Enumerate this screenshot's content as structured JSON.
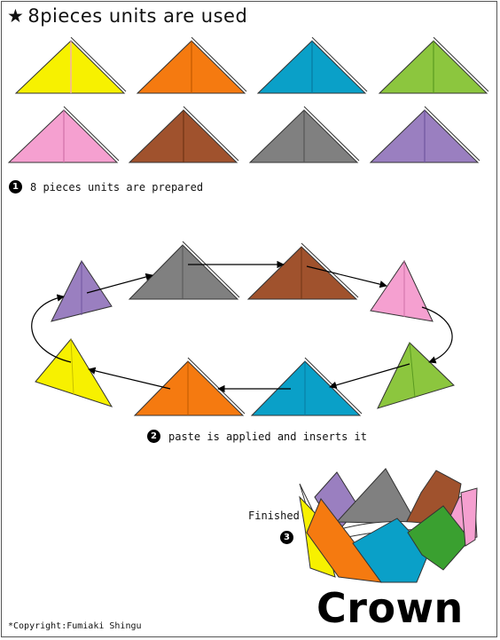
{
  "title": {
    "star": "★",
    "text": "8pieces units are used"
  },
  "steps": [
    {
      "number": "1",
      "text": "8 pieces units are prepared"
    },
    {
      "number": "2",
      "text": "paste is applied and inserts it"
    },
    {
      "number": "3",
      "text": ""
    }
  ],
  "finished_label": "Finished",
  "result_name": "Crown",
  "copyright": "*Copyright:Fumiaki Shingu",
  "colors": {
    "yellow": "#f7f100",
    "orange": "#f57a10",
    "blue": "#0aa0c8",
    "green": "#8cc63e",
    "pink": "#f5a0d0",
    "brown": "#a0522d",
    "gray": "#808080",
    "purple": "#9a7fc0",
    "crown_green": "#3aa030"
  }
}
